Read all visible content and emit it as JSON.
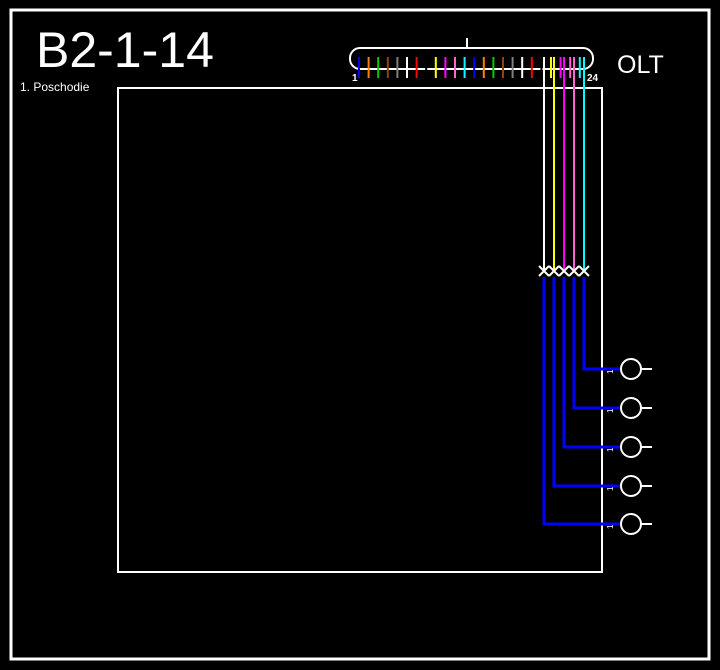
{
  "diagram": {
    "title": "B2-1-14",
    "floor_label": "1. Poschodie",
    "olt_label": "OLT",
    "cable": {
      "fiber_count": 24,
      "first_label": "1",
      "last_label": "24",
      "fiber_colors": [
        "#0000ff",
        "#ff8000",
        "#00cc00",
        "#8b4513",
        "#808080",
        "#ffffff",
        "#ff0000",
        "#000000",
        "#ffff00",
        "#ff00ff",
        "#ff66cc",
        "#00ffff",
        "#0000ff",
        "#ff8000",
        "#00cc00",
        "#8b4513",
        "#808080",
        "#ffffff",
        "#ff0000",
        "#000000",
        "#ffff00",
        "#ff00ff",
        "#ff66cc",
        "#00ffff"
      ]
    },
    "used_fiber_colors": [
      "#ffffff",
      "#ffff00",
      "#ff00ff",
      "#ff66cc",
      "#00ffff"
    ],
    "drop_cable_color": "#0000ff",
    "outlets": [
      {
        "port_label": "1"
      },
      {
        "port_label": "1"
      },
      {
        "port_label": "1"
      },
      {
        "port_label": "1"
      },
      {
        "port_label": "1"
      }
    ]
  }
}
